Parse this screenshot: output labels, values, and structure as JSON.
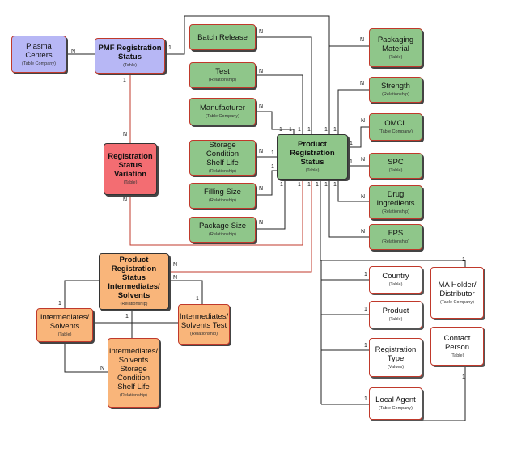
{
  "entities": {
    "plasma_centers": {
      "title": "Plasma\nCenters",
      "sub": "(Table Company)"
    },
    "pmf_status": {
      "title": "PMF Registration\nStatus",
      "sub": "(Table)"
    },
    "registration_variation": {
      "title": "Registration\nStatus\nVariation",
      "sub": "(Table)"
    },
    "batch_release": {
      "title": "Batch Release",
      "sub": ""
    },
    "test": {
      "title": "Test",
      "sub": "(Relationship)"
    },
    "manufacturer": {
      "title": "Manufacturer",
      "sub": "(Table Company)"
    },
    "storage_condition": {
      "title": "Storage Condition\nShelf Life",
      "sub": "(Relationship)"
    },
    "filling_size": {
      "title": "Filling Size",
      "sub": "(Relationship)"
    },
    "package_size": {
      "title": "Package Size",
      "sub": "(Relationship)"
    },
    "product_registration_status": {
      "title": "Product\nRegistration\nStatus",
      "sub": "(Table)"
    },
    "packaging_material": {
      "title": "Packaging\nMaterial",
      "sub": "(Table)"
    },
    "strength": {
      "title": "Strength",
      "sub": "(Relationship)"
    },
    "omcl": {
      "title": "OMCL",
      "sub": "(Table Company)"
    },
    "spc": {
      "title": "SPC",
      "sub": "(Table)"
    },
    "drug_ingredients": {
      "title": "Drug\nIngredients",
      "sub": "(Relationship)"
    },
    "fps": {
      "title": "FPS",
      "sub": "(Relationship)"
    },
    "prs_intermediates": {
      "title": "Product\nRegistration\nStatus\nIntermediates/\nSolvents",
      "sub": "(Relationship)"
    },
    "intermediates_solvents": {
      "title": "Intermediates/\nSolvents",
      "sub": "(Table)"
    },
    "intermediates_solvents_test": {
      "title": "Intermediates/\nSolvents Test",
      "sub": "(Relationship)"
    },
    "intermediates_storage": {
      "title": "Intermediates/\nSolvents\nStorage\nCondition\nShelf Life",
      "sub": "(Relationship)"
    },
    "country": {
      "title": "Country",
      "sub": "(Table)"
    },
    "product": {
      "title": "Product",
      "sub": "(Table)"
    },
    "registration_type": {
      "title": "Registration\nType",
      "sub": "(Values)"
    },
    "local_agent": {
      "title": "Local Agent",
      "sub": "(Table Company)"
    },
    "ma_holder": {
      "title": "MA Holder/\nDistributor",
      "sub": "(Table Company)"
    },
    "contact_person": {
      "title": "Contact\nPerson",
      "sub": "(Table)"
    }
  },
  "cardinality": {
    "one": "1",
    "many": "N"
  }
}
